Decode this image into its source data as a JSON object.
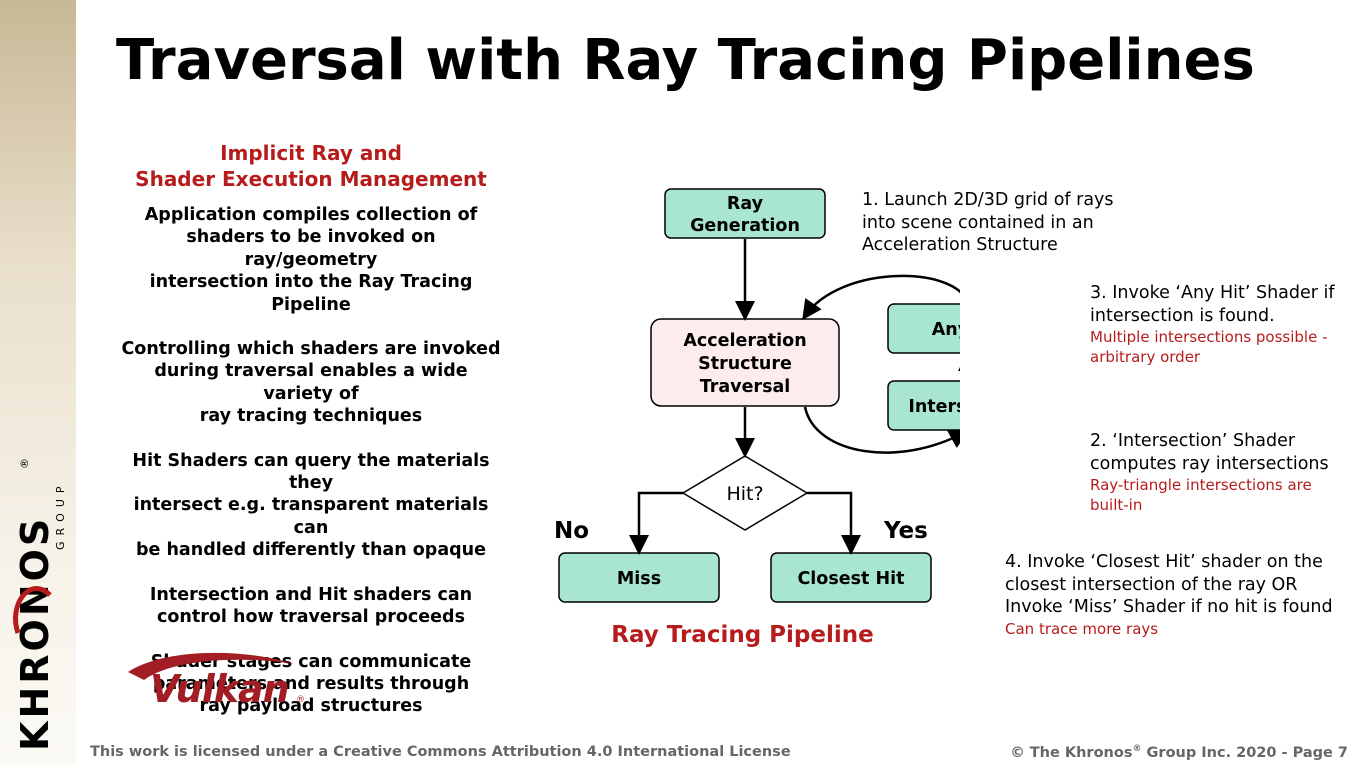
{
  "slide": {
    "title": "Traversal with Ray Tracing Pipelines"
  },
  "left_panel": {
    "heading_line1": "Implicit Ray and",
    "heading_line2": "Shader Execution Management",
    "paragraphs": [
      "Application compiles collection of\nshaders to be invoked on ray/geometry\nintersection into the Ray Tracing Pipeline",
      "Controlling which shaders are invoked\nduring traversal enables a wide variety of\nray tracing techniques",
      "Hit Shaders can query the materials they\nintersect e.g. transparent materials can\nbe handled differently than opaque",
      "Intersection and Hit shaders can\ncontrol how traversal proceeds",
      "Shader stages can communicate\nparameters and results through\nray payload structures"
    ]
  },
  "diagram": {
    "nodes": {
      "ray_generation": [
        "Ray",
        "Generation"
      ],
      "acceleration": [
        "Acceleration",
        "Structure",
        "Traversal"
      ],
      "any_hit": "Any Hit",
      "intersection": "Intersection",
      "decision": "Hit?",
      "miss": "Miss",
      "closest_hit": "Closest Hit"
    },
    "labels": {
      "no": "No",
      "yes": "Yes"
    },
    "caption": "Ray Tracing Pipeline",
    "colors": {
      "node_fill": "#a8e6cf",
      "acceleration_fill": "#fdecec",
      "accent_red": "#b71c1c"
    }
  },
  "notes": {
    "note1": {
      "text": "1. Launch 2D/3D grid of rays\ninto scene contained in an\nAcceleration Structure"
    },
    "note3": {
      "text": "3. Invoke ‘Any Hit’ Shader if\nintersection is found.",
      "sub": "Multiple intersections possible -\narbitrary order"
    },
    "note2": {
      "text": "2. ‘Intersection’ Shader\ncomputes ray intersections",
      "sub": "Ray-triangle intersections are\nbuilt-in"
    },
    "note4": {
      "text": "4. Invoke ‘Closest Hit’ shader on the\nclosest intersection of the ray OR\nInvoke ‘Miss’ Shader if no hit is found",
      "sub": "Can trace more rays"
    }
  },
  "footer": {
    "license": "This work is licensed under a Creative Commons Attribution 4.0 International License",
    "copyright_prefix": "© The Khronos",
    "copyright_reg": "®",
    "copyright_suffix": " Group Inc. 2020 - Page 7"
  },
  "logos": {
    "khronos": "KHRONOS",
    "khronos_group": "GROUP",
    "khronos_reg": "®",
    "vulkan": "Vulkan",
    "vulkan_reg": "®"
  }
}
